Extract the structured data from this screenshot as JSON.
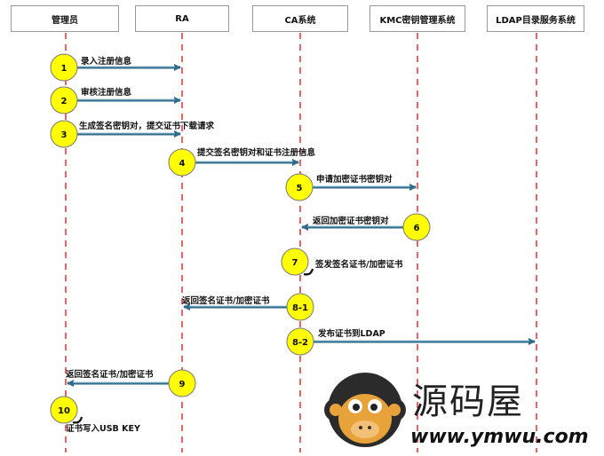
{
  "lifelines": [
    {
      "name": "管理员"
    },
    {
      "name": "RA"
    },
    {
      "name": "CA系统"
    },
    {
      "name": "KMC密钥管理系统"
    },
    {
      "name": "LDAP目录服务系统"
    }
  ],
  "steps": [
    {
      "num": "1",
      "label": "录入注册信息",
      "from": 0,
      "to": 1
    },
    {
      "num": "2",
      "label": "审核注册信息",
      "from": 0,
      "to": 1
    },
    {
      "num": "3",
      "label": "生成签名密钥对，提交证书下载请求",
      "from": 0,
      "to": 1
    },
    {
      "num": "4",
      "label": "提交签名密钥对和证书注册信息",
      "from": 1,
      "to": 2
    },
    {
      "num": "5",
      "label": "申请加密证书密钥对",
      "from": 2,
      "to": 3
    },
    {
      "num": "6",
      "label": "返回加密证书密钥对",
      "from": 3,
      "to": 2
    },
    {
      "num": "7",
      "label": "签发签名证书/加密证书",
      "from": 2,
      "to": 2
    },
    {
      "num": "8-1",
      "label": "返回签名证书/加密证书",
      "from": 2,
      "to": 1
    },
    {
      "num": "8-2",
      "label": "发布证书到LDAP",
      "from": 2,
      "to": 4
    },
    {
      "num": "9",
      "label": "返回签名证书/加密证书",
      "from": 1,
      "to": 0
    },
    {
      "num": "10",
      "label": "证书写入USB KEY",
      "from": 0,
      "to": 0
    }
  ],
  "watermark": {
    "name": "源码屋",
    "url": "www.ymwu.com"
  }
}
